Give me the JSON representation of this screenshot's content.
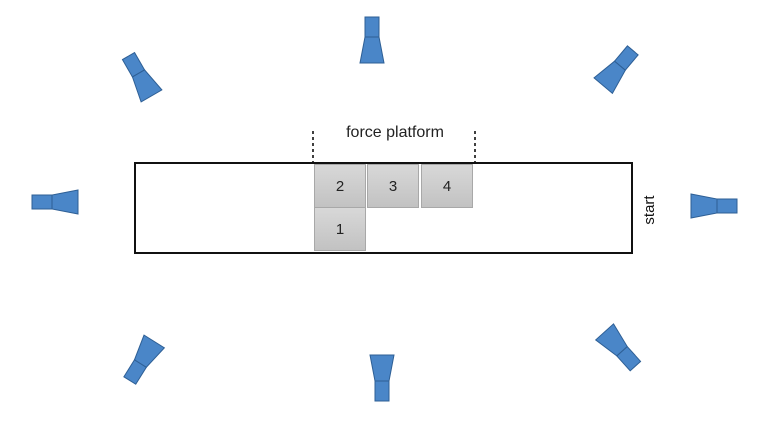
{
  "diagram": {
    "platform_label": "force platform",
    "start_label": "start",
    "plates": [
      "1",
      "2",
      "3",
      "4"
    ],
    "camera_count": 8,
    "colors": {
      "camera_fill": "#4a86c8",
      "camera_stroke": "#2e5f95",
      "plate_fill": "#cfcfcf",
      "outline": "#111111"
    }
  }
}
